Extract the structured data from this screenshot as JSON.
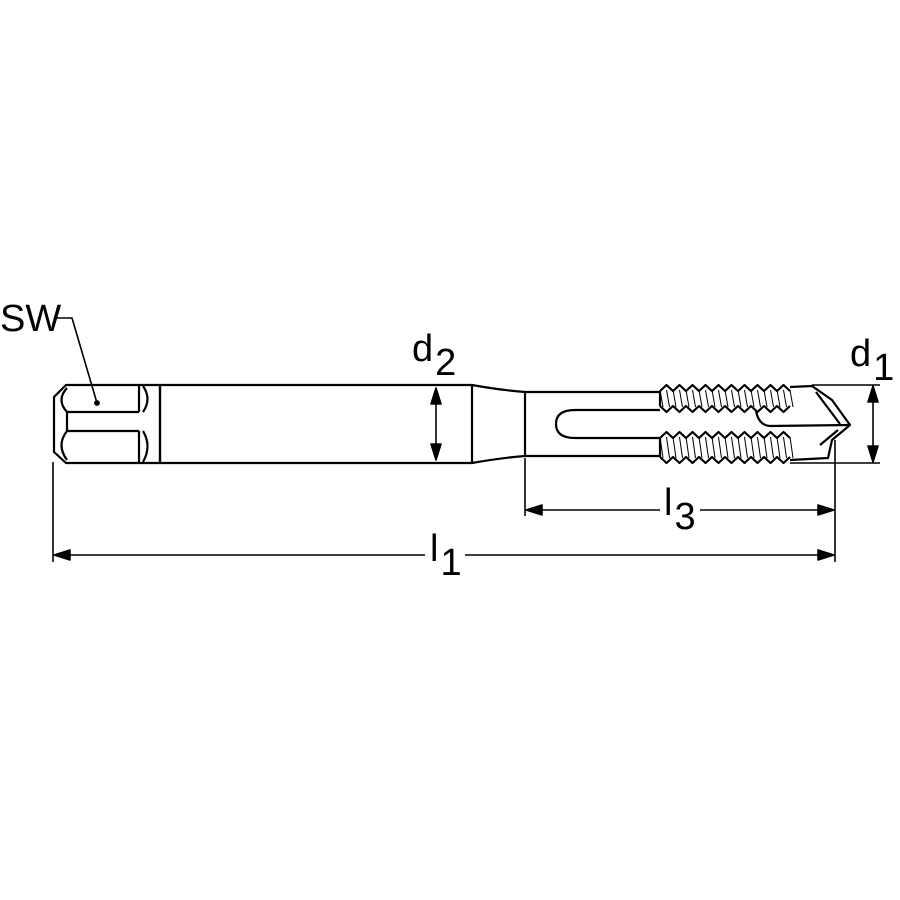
{
  "labels": {
    "sw": "SW",
    "d2": {
      "main": "d",
      "sub": "2"
    },
    "d1": {
      "main": "d",
      "sub": "1"
    },
    "l3": {
      "main": "l",
      "sub": "3"
    },
    "l1": {
      "main": "l",
      "sub": "1"
    }
  },
  "colors": {
    "line": "#000000",
    "background": "#ffffff"
  }
}
